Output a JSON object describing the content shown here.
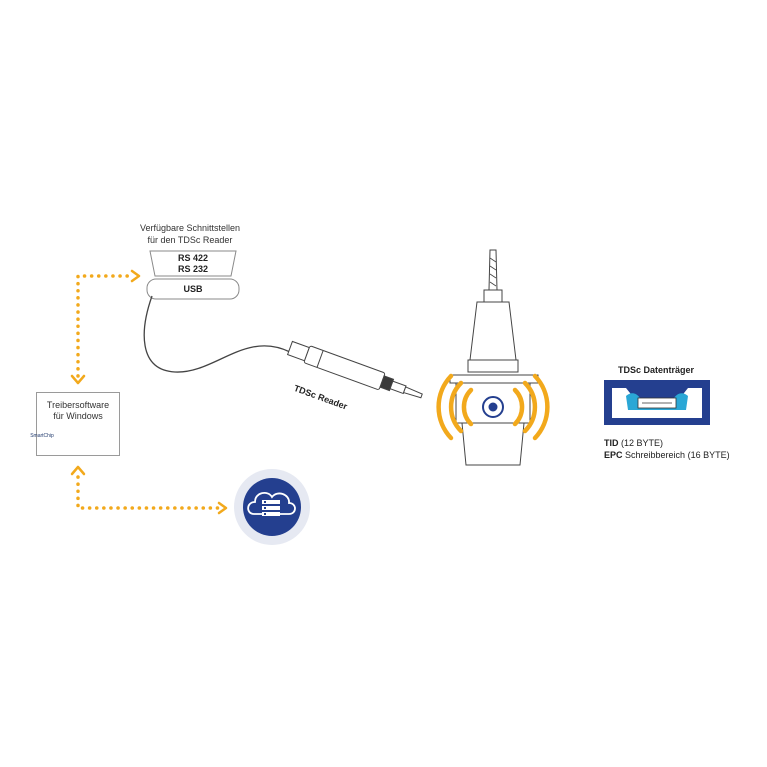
{
  "interfaces": {
    "title_line1": "Verfügbare Schnittstellen",
    "title_line2": "für den TDSc Reader",
    "rs422": "RS 422",
    "rs232": "RS 232",
    "usb": "USB"
  },
  "driver": {
    "line1": "Treibersoftware",
    "line2": "für Windows",
    "logo_text": "SmartChip"
  },
  "reader": {
    "label": "TDSc Reader"
  },
  "carrier": {
    "title": "TDSc Datenträger",
    "tid_key": "TID",
    "tid_value": "(12 BYTE)",
    "epc_key": "EPC",
    "epc_value": "Schreibbereich (16 BYTE)"
  },
  "colors": {
    "accent_orange": "#f2a91c",
    "brand_blue": "#243f8f",
    "outline_gray": "#8a8a8a"
  },
  "icons": {
    "cloud": "cloud-server-icon",
    "tool": "drill-tool-holder-icon",
    "signal": "rfid-signal-icon"
  }
}
